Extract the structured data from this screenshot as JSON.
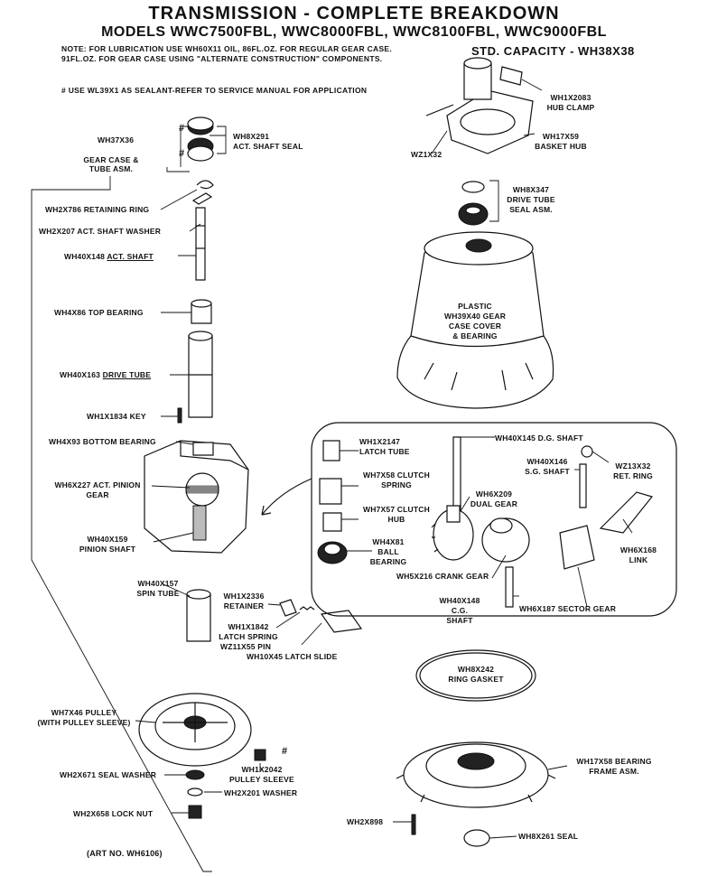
{
  "title": "TRANSMISSION - COMPLETE BREAKDOWN",
  "models": "MODELS  WWC7500FBL,  WWC8000FBL,  WWC8100FBL,  WWC9000FBL",
  "note_line1": "NOTE: FOR LUBRICATION USE WH60X11 OIL, 86FL.OZ. FOR REGULAR GEAR CASE.",
  "note_line2": "91FL.OZ. FOR GEAR CASE USING \"ALTERNATE CONSTRUCTION\" COMPONENTS.",
  "capacity": "STD. CAPACITY  -  WH38X38",
  "sealant_note": "# USE WL39X1 AS SEALANT-REFER TO SERVICE MANUAL FOR APPLICATION",
  "art_no": "(ART NO. WH6106)",
  "hash_mark": "#",
  "labels": {
    "wh37x36": "WH37X36",
    "wh8x291_a": "WH8X291",
    "wh8x291_b": "ACT. SHAFT SEAL",
    "gearcase_a": "GEAR CASE &",
    "gearcase_b": "TUBE ASM.",
    "retaining_ring": "WH2X786 RETAINING RING",
    "shaft_washer": "WH2X207 ACT. SHAFT WASHER",
    "act_shaft_pn": "WH40X148 ",
    "act_shaft_name": "ACT. SHAFT",
    "top_bearing": "WH4X86 TOP BEARING",
    "drive_tube_pn": "WH40X163 ",
    "drive_tube_name": "DRIVE TUBE",
    "key": "WH1X1834 KEY",
    "bottom_bearing": "WH4X93 BOTTOM BEARING",
    "pinion_gear_a": "WH6X227 ACT. PINION",
    "pinion_gear_b": "GEAR",
    "pinion_shaft_a": "WH40X159",
    "pinion_shaft_b": "PINION SHAFT",
    "spin_tube_a": "WH40X157",
    "spin_tube_b": "SPIN TUBE",
    "retainer_a": "WH1X2336",
    "retainer_b": "RETAINER",
    "latch_spring_a": "WH1X1842",
    "latch_spring_b": "LATCH SPRING",
    "pin": "WZ11X55 PIN",
    "latch_slide": "WH10X45 LATCH SLIDE",
    "hub_clamp_a": "WH1X2083",
    "hub_clamp_b": "HUB CLAMP",
    "basket_hub_a": "WH17X59",
    "basket_hub_b": "BASKET HUB",
    "wz1x32": "WZ1X32",
    "drive_seal_a": "WH8X347",
    "drive_seal_b": "DRIVE TUBE",
    "drive_seal_c": "SEAL ASM.",
    "cover_a": "PLASTIC",
    "cover_b": "WH39X40 GEAR",
    "cover_c": "CASE COVER",
    "cover_d": "& BEARING",
    "latch_tube_a": "WH1X2147",
    "latch_tube_b": "LATCH TUBE",
    "clutch_spring_a": "WH7X58 CLUTCH",
    "clutch_spring_b": "SPRING",
    "clutch_hub_a": "WH7X57 CLUTCH",
    "clutch_hub_b": "HUB",
    "ball_bearing_a": "WH4X81",
    "ball_bearing_b": "BALL",
    "ball_bearing_c": "BEARING",
    "dg_shaft": "WH40X145 D.G. SHAFT",
    "sg_shaft_a": "WH40X146",
    "sg_shaft_b": "S.G. SHAFT",
    "ret_ring_a": "WZ13X32",
    "ret_ring_b": "RET. RING",
    "dual_gear_a": "WH6X209",
    "dual_gear_b": "DUAL GEAR",
    "link_a": "WH6X168",
    "link_b": "LINK",
    "crank_gear": "WH5X216 CRANK GEAR",
    "cg_shaft_a": "WH40X148",
    "cg_shaft_b": "C.G.",
    "cg_shaft_c": "SHAFT",
    "sector_gear": "WH6X187 SECTOR GEAR",
    "ring_gasket_a": "WH8X242",
    "ring_gasket_b": "RING GASKET",
    "pulley_a": "WH7X46 PULLEY",
    "pulley_b": "(WITH PULLEY SLEEVE)",
    "seal_washer": "WH2X671 SEAL WASHER",
    "pulley_sleeve_a": "WH1X2042",
    "pulley_sleeve_b": "PULLEY SLEEVE",
    "washer": "WH2X201 WASHER",
    "lock_nut": "WH2X658 LOCK NUT",
    "bearing_frame_a": "WH17X58 BEARING",
    "bearing_frame_b": "FRAME ASM.",
    "wh2x898": "WH2X898",
    "wh8x261": "WH8X261 SEAL"
  }
}
